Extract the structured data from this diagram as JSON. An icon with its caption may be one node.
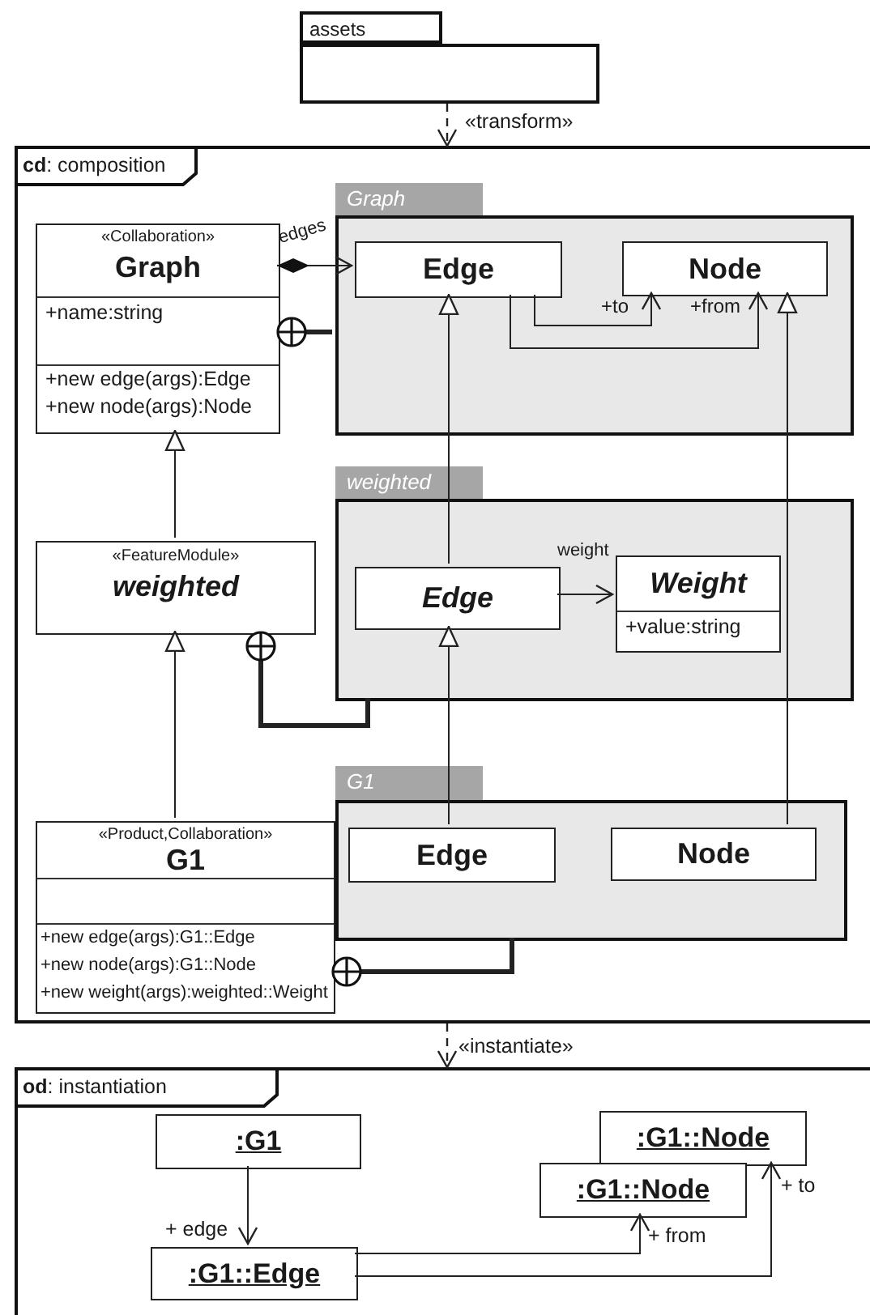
{
  "diagram": {
    "nodes": [
      {
        "text": [
          "assets"
        ]
      },
      {
        "text": [
          "**cd**: composition"
        ]
      },
      {
        "text": [
          "«Collaboration»",
          "Graph",
          "+name:string",
          "+new edge(args):Edge",
          "+new node(args):Node"
        ],
        "in": 1
      },
      {
        "text": [
          "Graph"
        ],
        "in": 1
      },
      {
        "text": [
          "Edge"
        ],
        "in": 3
      },
      {
        "text": [
          "Node"
        ],
        "in": 3
      },
      {
        "text": [
          "«FeatureModule»",
          "weighted"
        ],
        "in": 1
      },
      {
        "text": [
          "weighted"
        ],
        "in": 1
      },
      {
        "text": [
          "Edge"
        ],
        "in": 7
      },
      {
        "text": [
          "Weight",
          "+value:string"
        ],
        "in": 7
      },
      {
        "text": [
          "«Product,Collaboration»",
          "G1",
          "+new edge(args):G1::Edge",
          "+new node(args):G1::Node",
          "+new weight(args):weighted::Weight"
        ],
        "in": 1
      },
      {
        "text": [
          "G1"
        ],
        "in": 1
      },
      {
        "text": [
          "Edge"
        ],
        "in": 11
      },
      {
        "text": [
          "Node"
        ],
        "in": 11
      },
      {
        "text": [
          "**od**: instantiation"
        ]
      },
      {
        "text": [
          ":G1"
        ],
        "in": 14
      },
      {
        "text": [
          ":G1::Node"
        ],
        "in": 14
      },
      {
        "text": [
          ":G1::Node"
        ],
        "in": 14
      },
      {
        "text": [
          ":G1::Edge"
        ],
        "in": 14
      }
    ],
    "edges": [
      {
        "from": 0,
        "to": 1,
        "arrow": "to",
        "style": "dashed",
        "label": "«transform»"
      },
      {
        "from": 2,
        "to": 4,
        "arrow": "to",
        "label": "edges"
      },
      {
        "from": 2,
        "to": 3,
        "arrow": "other",
        "style": "thick"
      },
      {
        "from": 4,
        "to": 5,
        "arrow": "to",
        "label": "+to"
      },
      {
        "from": 4,
        "to": 5,
        "arrow": "to",
        "label": "+from"
      },
      {
        "from": 8,
        "to": 4,
        "arrow": "to"
      },
      {
        "from": 12,
        "to": 8,
        "arrow": "to"
      },
      {
        "from": 13,
        "to": 5,
        "arrow": "to"
      },
      {
        "from": 6,
        "to": 2,
        "arrow": "to"
      },
      {
        "from": 8,
        "to": 9,
        "arrow": "to",
        "label": "weight"
      },
      {
        "from": 6,
        "to": 7,
        "arrow": "other",
        "style": "thick"
      },
      {
        "from": 10,
        "to": 6,
        "arrow": "to"
      },
      {
        "from": 10,
        "to": 11,
        "arrow": "other",
        "style": "thick"
      },
      {
        "from": 1,
        "to": 14,
        "arrow": "to",
        "style": "dashed",
        "label": "«instantiate»"
      },
      {
        "from": 15,
        "to": 18,
        "arrow": "to",
        "label": "+ edge"
      },
      {
        "from": 18,
        "to": 17,
        "arrow": "to",
        "label": "+ from"
      },
      {
        "from": 18,
        "to": 16,
        "arrow": "to",
        "label": "+ to"
      }
    ]
  }
}
